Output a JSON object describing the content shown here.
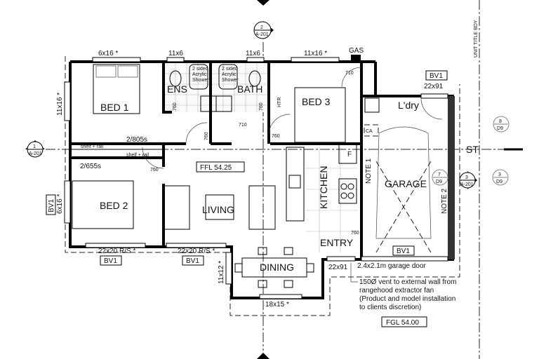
{
  "rooms": {
    "bed1": "BED 1",
    "ens": "ENS",
    "bath": "BATH",
    "bed3": "BED 3",
    "laundry": "L'dry",
    "bed2": "BED 2",
    "living": "LIVING",
    "kitchen": "KITCHEN",
    "garage": "GARAGE",
    "entry": "ENTRY",
    "dining": "DINING"
  },
  "windows": {
    "bed1_top": "6x16 *",
    "ens_top": "11x6",
    "bath_top": "11x6",
    "bed3_top": "11x16 *",
    "bed1_side": "11x16 *",
    "bed2_side": "6x16 *",
    "bed2_bottom": "22x20 R/S *",
    "living_bottom": "22x20 R/S *",
    "dining_side": "11x12 *",
    "dining_bottom": "18x15 *",
    "laundry_door": "22x91",
    "entry_door": "22x91"
  },
  "tags": {
    "bv1_laundry": "BV1",
    "bv1_bed2_side": "BV1",
    "bv1_bed2": "BV1",
    "bv1_living": "BV1",
    "bv1_garage": "BV1",
    "gas": "GAS",
    "ffl": "FFL  54.25",
    "fgl": "FGL  54.00",
    "htr": "HTR",
    "fridge": "F",
    "note1": "NOTE 1",
    "note2": "NOTE 2",
    "boundary": "UNIT TITLE BDY",
    "st": "ST",
    "ca": "CA",
    "garage_door": "2.4x2.1m garage door",
    "shower_ens": [
      "2 sided",
      "Acrylic",
      "Shower"
    ],
    "shower_bath": [
      "2 sided",
      "Acrylic",
      "Shower"
    ]
  },
  "wardrobes": {
    "bed1": "2/805s",
    "bed2": "2/655s",
    "shelf1": "shelf + rail",
    "shelf2": "shelf + rail"
  },
  "doors": {
    "bed2": "760",
    "ens": "760",
    "bath": "760",
    "linen": "760",
    "bed3": "760",
    "wc1": "710",
    "bed3_robe": "710",
    "entry": "760"
  },
  "note": [
    "150Ø vent to external wall from",
    "rangehood extractor fan",
    "(Product and model installation",
    "to clients discretion)"
  ],
  "section_markers": [
    {
      "num": "1",
      "sheet": "A-201"
    },
    {
      "num": "2",
      "sheet": "A-201"
    },
    {
      "num": "3",
      "sheet": "A-201"
    }
  ],
  "detail_markers": [
    {
      "num": "8",
      "sheet": "D9"
    },
    {
      "num": "7",
      "sheet": "D9"
    },
    {
      "num": "3",
      "sheet": "D9"
    }
  ]
}
